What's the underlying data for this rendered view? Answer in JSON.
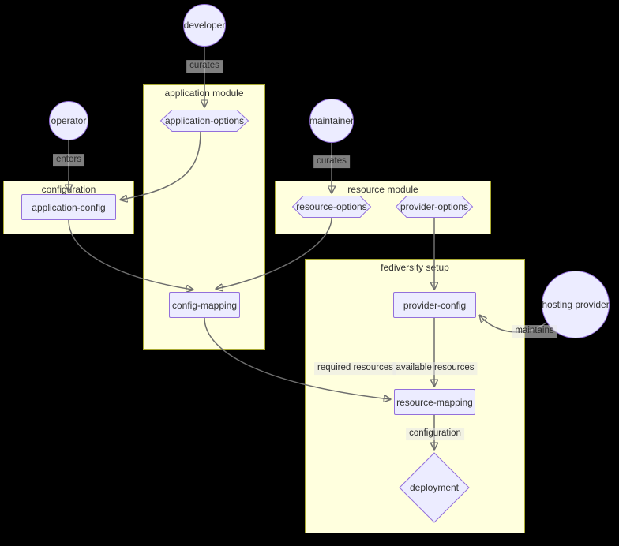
{
  "diagram": {
    "type": "flowchart",
    "background": "#000000",
    "colors": {
      "node_fill": "#ECECFF",
      "node_border": "#9370DB",
      "cluster_fill": "#FFFFDE",
      "cluster_border": "#AAAA33",
      "edge": "#6E6E6E",
      "edge_label_bg": "#E8E8E8",
      "text": "#333333"
    },
    "clusters": {
      "application_module": {
        "label": "application module"
      },
      "configuration": {
        "label": "configuration"
      },
      "resource_module": {
        "label": "resource module"
      },
      "fediversity_setup": {
        "label": "fediversity setup"
      }
    },
    "nodes": {
      "developer": {
        "label": "developer",
        "shape": "circle"
      },
      "operator": {
        "label": "operator",
        "shape": "circle"
      },
      "maintainer": {
        "label": "maintainer",
        "shape": "circle"
      },
      "hosting_provider": {
        "label": "hosting provider",
        "shape": "circle"
      },
      "application_options": {
        "label": "application-options",
        "shape": "hexagon"
      },
      "application_config": {
        "label": "application-config",
        "shape": "rect"
      },
      "resource_options": {
        "label": "resource-options",
        "shape": "hexagon"
      },
      "provider_options": {
        "label": "provider-options",
        "shape": "hexagon"
      },
      "config_mapping": {
        "label": "config-mapping",
        "shape": "rect"
      },
      "provider_config": {
        "label": "provider-config",
        "shape": "rect"
      },
      "resource_mapping": {
        "label": "resource-mapping",
        "shape": "rect"
      },
      "deployment": {
        "label": "deployment",
        "shape": "diamond"
      }
    },
    "edges": [
      {
        "from": "developer",
        "to": "application-options",
        "label": "curates"
      },
      {
        "from": "operator",
        "to": "application-config",
        "label": "enters"
      },
      {
        "from": "maintainer",
        "to": "resource-options",
        "label": "curates"
      },
      {
        "from": "application-options",
        "to": "application-config",
        "label": ""
      },
      {
        "from": "application-config",
        "to": "config-mapping",
        "label": ""
      },
      {
        "from": "resource-options",
        "to": "config-mapping",
        "label": ""
      },
      {
        "from": "provider-options",
        "to": "provider-config",
        "label": ""
      },
      {
        "from": "hosting provider",
        "to": "provider-config",
        "label": "maintains"
      },
      {
        "from": "config-mapping",
        "to": "resource-mapping",
        "label": "required resources"
      },
      {
        "from": "provider-config",
        "to": "resource-mapping",
        "label": "available resources"
      },
      {
        "from": "resource-mapping",
        "to": "deployment",
        "label": "configuration"
      }
    ]
  }
}
